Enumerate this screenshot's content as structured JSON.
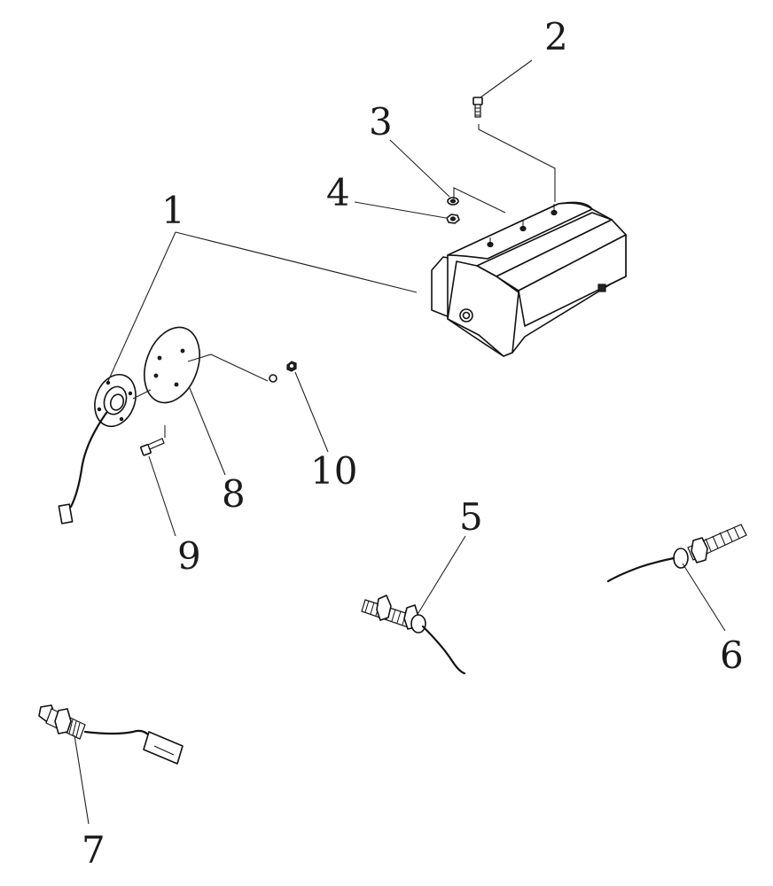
{
  "diagram": {
    "type": "exploded-parts-diagram",
    "callouts": [
      {
        "id": "1",
        "label": "1"
      },
      {
        "id": "2",
        "label": "2"
      },
      {
        "id": "3",
        "label": "3"
      },
      {
        "id": "4",
        "label": "4"
      },
      {
        "id": "5",
        "label": "5"
      },
      {
        "id": "6",
        "label": "6"
      },
      {
        "id": "7",
        "label": "7"
      },
      {
        "id": "8",
        "label": "8"
      },
      {
        "id": "9",
        "label": "9"
      },
      {
        "id": "10",
        "label": "10"
      }
    ],
    "colors": {
      "line": "#111111",
      "background": "#ffffff"
    }
  }
}
